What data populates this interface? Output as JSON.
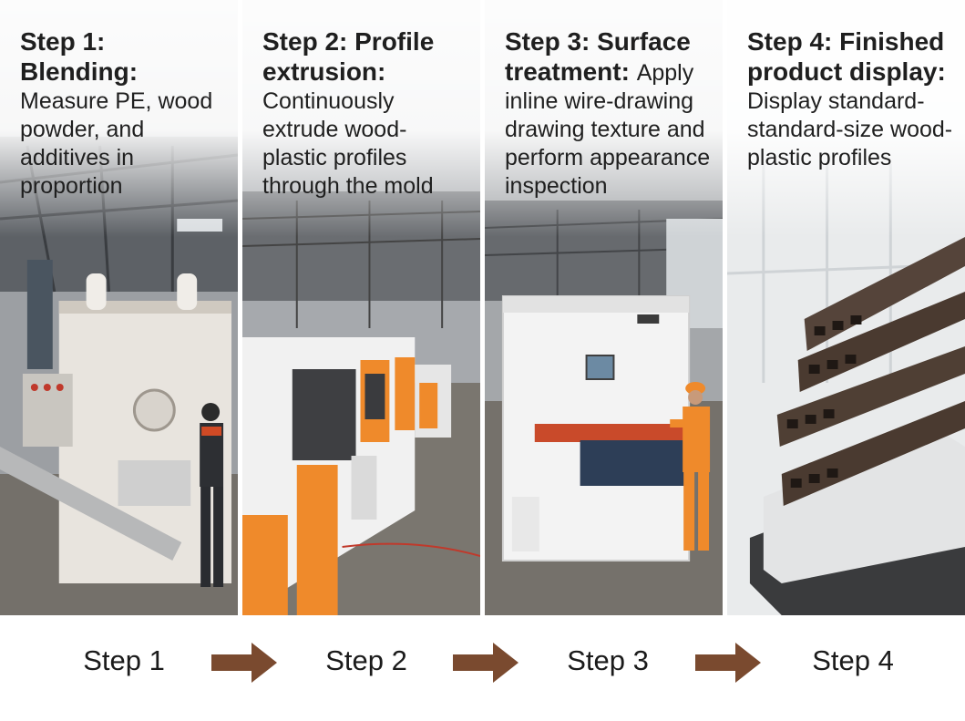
{
  "steps": [
    {
      "title": "Step 1: Blending:",
      "body": "Measure PE, wood powder, and additives in proportion",
      "label": "Step 1"
    },
    {
      "title": "Step 2: Profile extrusion:",
      "body": "Continuously extrude wood-plastic profiles through the mold",
      "label": "Step 2"
    },
    {
      "title": "Step 3: Surface treatment:",
      "body": "Apply inline wire-drawing drawing texture and perform appearance inspection",
      "label": "Step 3"
    },
    {
      "title": "Step 4: Finished product display:",
      "body": "Display standard-standard-size wood-plastic profiles",
      "label": "Step 4"
    }
  ],
  "colors": {
    "arrow": "#7a4a2f",
    "orange": "#ef8a2b",
    "board": "#4a3a30",
    "floor": "#6f6a62"
  },
  "icons": [
    "right-arrow-icon",
    "right-arrow-icon",
    "right-arrow-icon"
  ]
}
